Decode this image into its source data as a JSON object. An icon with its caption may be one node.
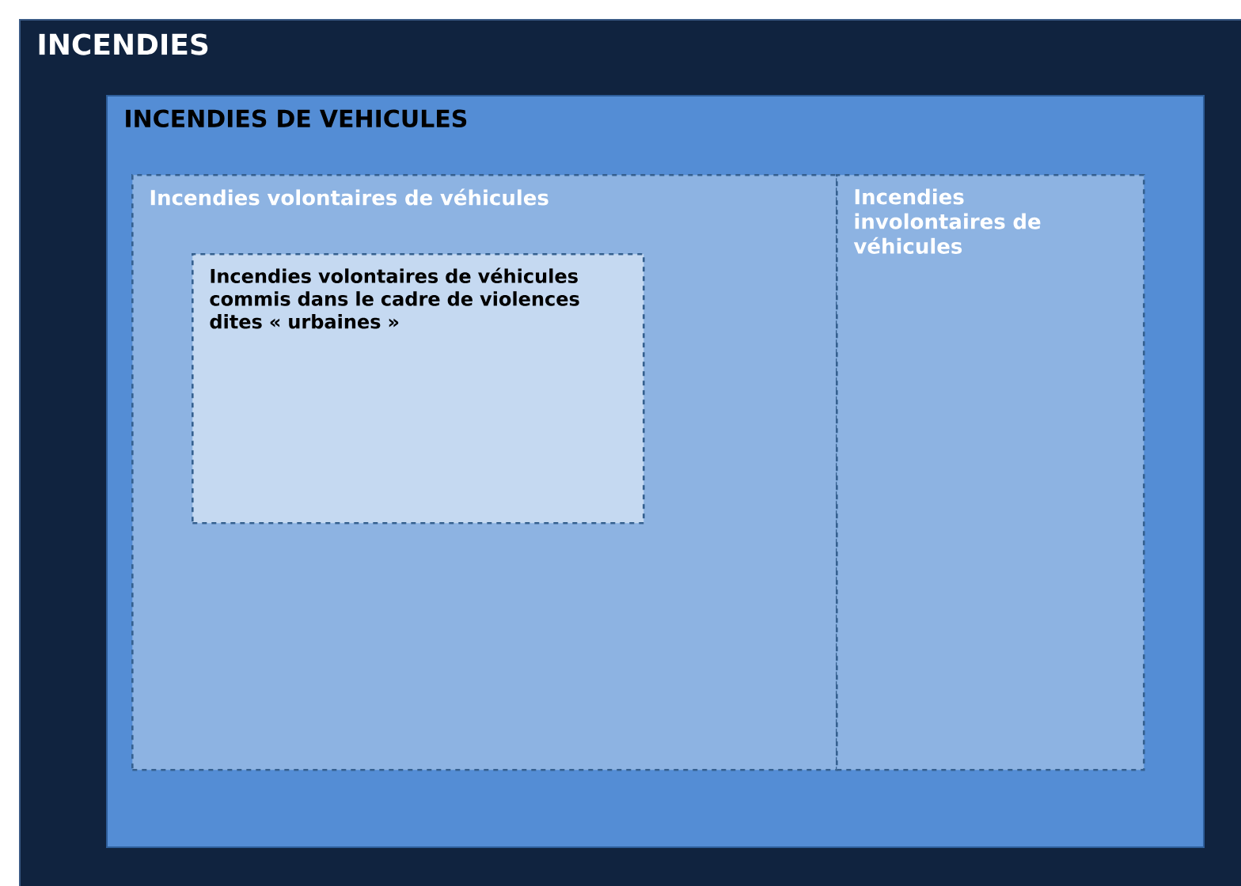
{
  "diagram": {
    "nodes": [
      {
        "text": [
          "INCENDIES"
        ]
      },
      {
        "text": [
          "INCENDIES DE VEHICULES"
        ],
        "in": 0
      },
      {
        "text": [
          "Incendies volontaires de véhicules"
        ],
        "in": 1
      },
      {
        "text": [
          "Incendies volontaires de véhicules commis dans le cadre de violences dites « urbaines »"
        ],
        "in": 2
      },
      {
        "text": [
          "Incendies involontaires de véhicules"
        ],
        "in": 1
      }
    ]
  }
}
